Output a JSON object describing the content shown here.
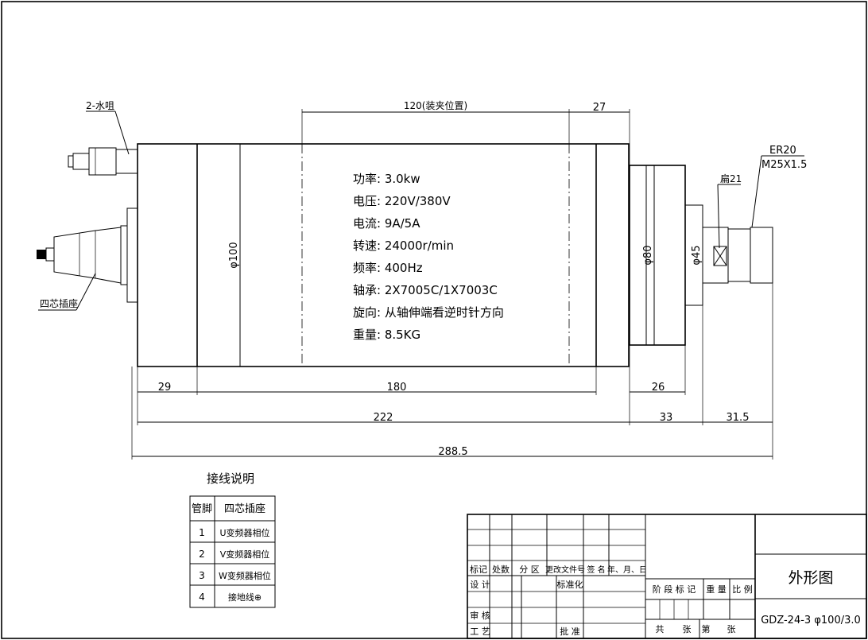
{
  "dimensions": {
    "d120": "120(装夹位置)",
    "d27": "27",
    "d100": "φ100",
    "d80": "φ80",
    "d45": "φ45",
    "d29": "29",
    "d180": "180",
    "d26": "26",
    "d222": "222",
    "d33": "33",
    "d315": "31.5",
    "d2885": "288.5"
  },
  "callouts": {
    "water": "2-水咀",
    "socket": "四芯插座",
    "er20": "ER20",
    "m25": "M25X1.5",
    "flat": "扁21"
  },
  "specs": [
    "功率: 3.0kw",
    "电压: 220V/380V",
    "电流: 9A/5A",
    "转速: 24000r/min",
    "频率: 400Hz",
    "轴承: 2X7005C/1X7003C",
    "旋向: 从轴伸端看逆时针方向",
    "重量: 8.5KG"
  ],
  "wiring": {
    "title": "接线说明",
    "headers": [
      "管脚",
      "四芯插座"
    ],
    "rows": [
      [
        "1",
        "U变频器相位"
      ],
      [
        "2",
        "V变频器相位"
      ],
      [
        "3",
        "W变频器相位"
      ],
      [
        "4",
        "接地线⊕"
      ]
    ]
  },
  "titleblock": {
    "marks": [
      "标记",
      "处数",
      "分 区",
      "更改文件号",
      "签 名",
      "年、月、日"
    ],
    "design": "设 计",
    "standard": "标准化",
    "review": "审 核",
    "process": "工 艺",
    "approve": "批 准",
    "stage": "阶 段 标 记",
    "weight": "重 量",
    "scale": "比 例",
    "total": "共",
    "sheets1": "张",
    "sheetno": "第",
    "sheets2": "张",
    "name": "外形图",
    "code": "GDZ-24-3 φ100/3.0"
  }
}
